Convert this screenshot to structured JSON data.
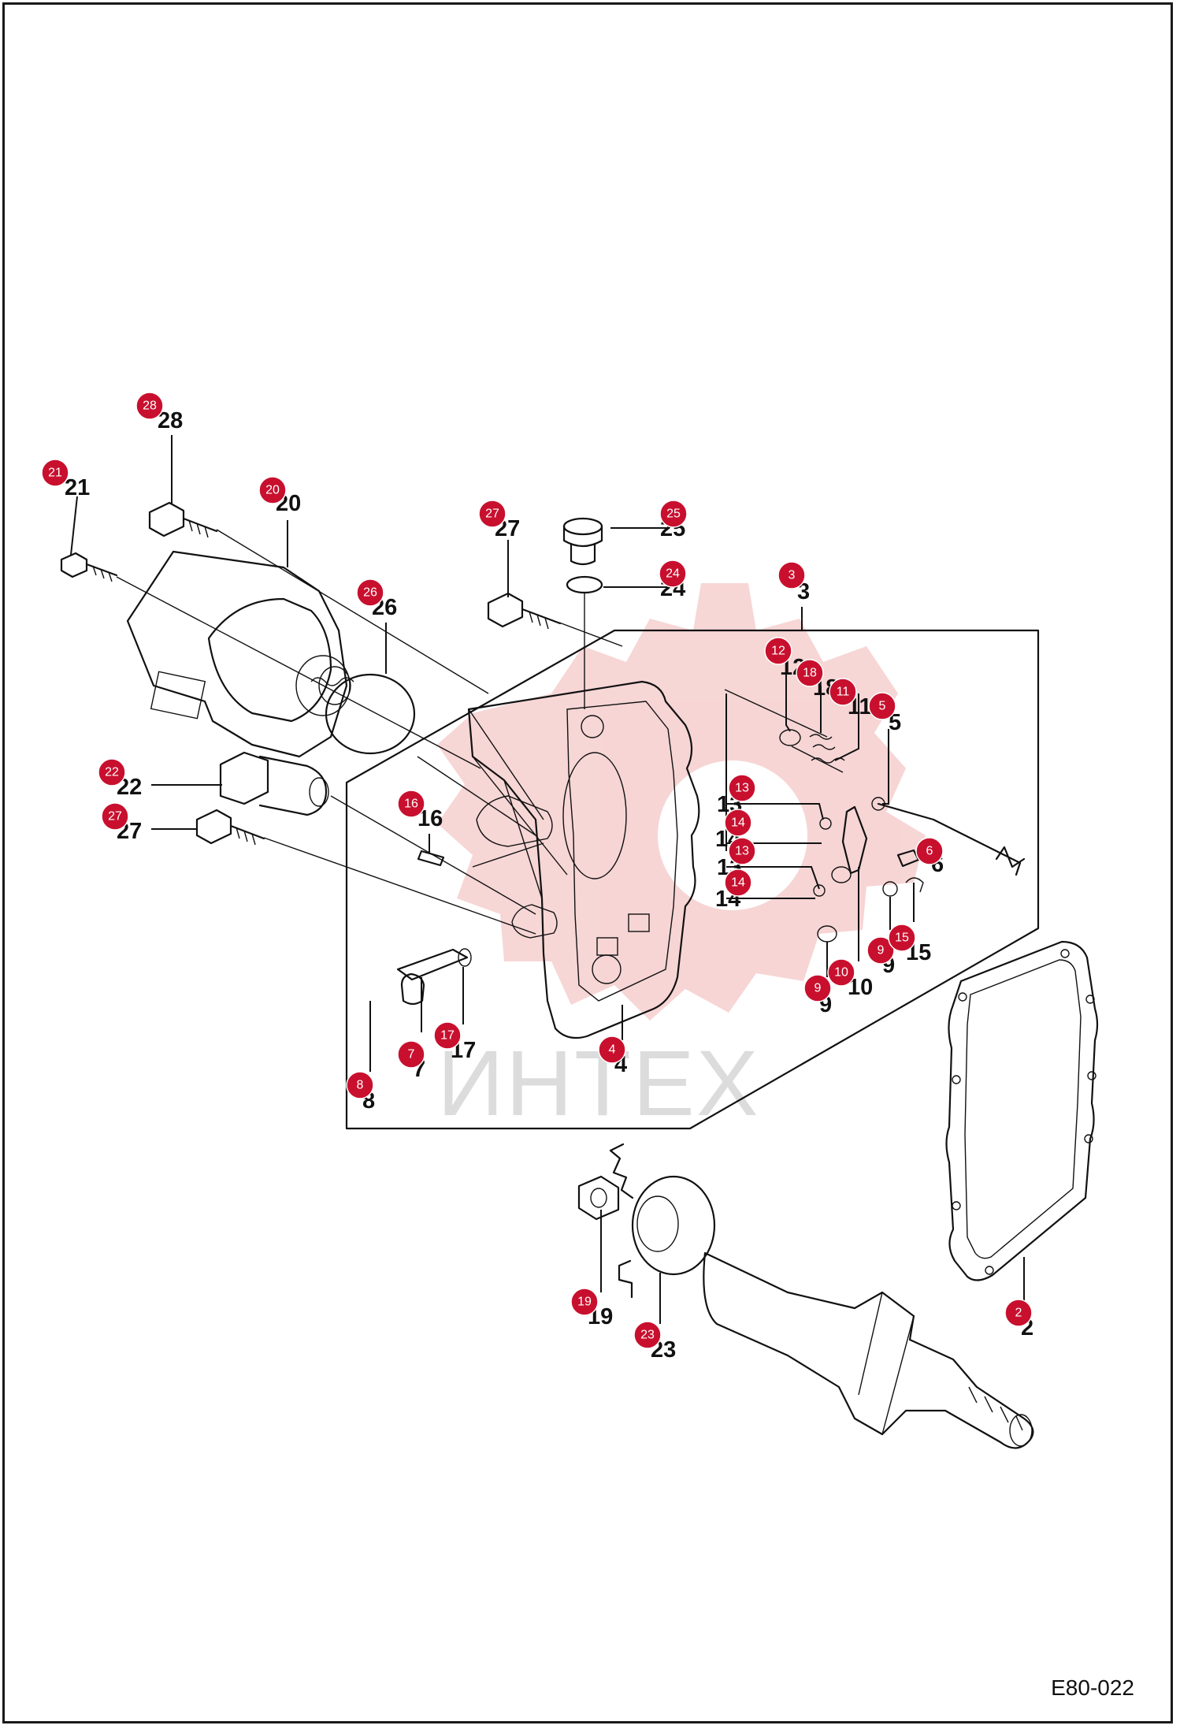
{
  "watermark": {
    "text": "ИНТЕХ",
    "color": "#e36a6a"
  },
  "drawing_code": "E80-022",
  "badge_color": "#c8102e",
  "callouts": [
    {
      "badge": "28",
      "label": "28"
    },
    {
      "badge": "21",
      "label": "21"
    },
    {
      "badge": "20",
      "label": "20"
    },
    {
      "badge": "27",
      "label": "27"
    },
    {
      "badge": "25",
      "label": "25"
    },
    {
      "badge": "24",
      "label": "24"
    },
    {
      "badge": "3",
      "label": "3"
    },
    {
      "badge": "26",
      "label": "26"
    },
    {
      "badge": "12",
      "label": "12"
    },
    {
      "badge": "18",
      "label": "18"
    },
    {
      "badge": "11",
      "label": "11"
    },
    {
      "badge": "5",
      "label": "5"
    },
    {
      "badge": "22",
      "label": "22"
    },
    {
      "badge": "27",
      "label": "27"
    },
    {
      "badge": "16",
      "label": "16"
    },
    {
      "badge": "13",
      "label": "13"
    },
    {
      "badge": "14",
      "label": "14"
    },
    {
      "badge": "13",
      "label": "13"
    },
    {
      "badge": "14",
      "label": "14"
    },
    {
      "badge": "6",
      "label": "6"
    },
    {
      "badge": "9",
      "label": "9"
    },
    {
      "badge": "15",
      "label": "15"
    },
    {
      "badge": "10",
      "label": "10"
    },
    {
      "badge": "9",
      "label": "9"
    },
    {
      "badge": "17",
      "label": "17"
    },
    {
      "badge": "7",
      "label": "7"
    },
    {
      "badge": "8",
      "label": "8"
    },
    {
      "badge": "4",
      "label": "4"
    },
    {
      "badge": "2",
      "label": "2"
    },
    {
      "badge": "19",
      "label": "19"
    },
    {
      "badge": "23",
      "label": "23"
    }
  ]
}
